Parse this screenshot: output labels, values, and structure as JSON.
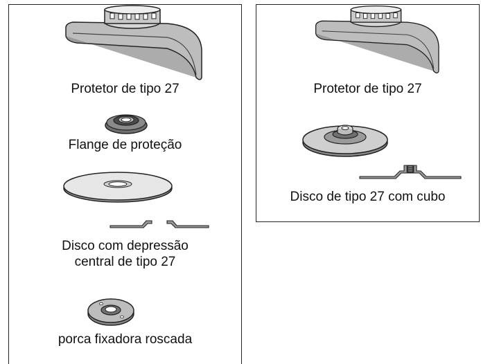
{
  "colors": {
    "outline": "#222222",
    "metal_dark": "#6f6f6f",
    "metal_mid": "#9a9a9a",
    "metal_light": "#cfcfcf",
    "metal_pale": "#e6e6e6"
  },
  "left_panel": {
    "guard_label": "Protetor de tipo 27",
    "flange_label": "Flange de proteção",
    "disc_label_line1": "Disco com depressão",
    "disc_label_line2": "central de tipo 27",
    "nut_label": "porca fixadora roscada"
  },
  "right_panel": {
    "guard_label": "Protetor de tipo 27",
    "hub_disc_label": "Disco de tipo 27 com cubo"
  }
}
